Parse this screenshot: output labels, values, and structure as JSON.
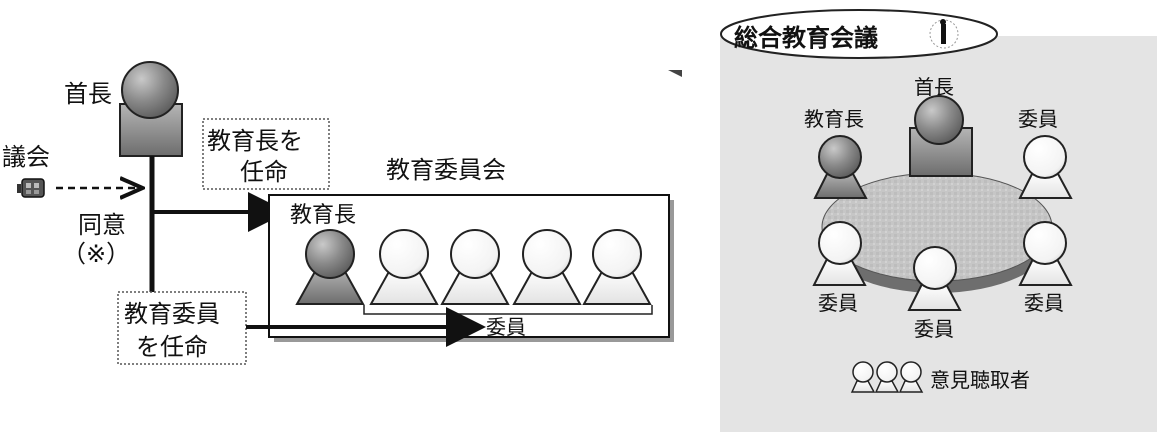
{
  "left_diagram": {
    "mayor_label": "首長",
    "assembly_label": "議会",
    "consent_label": "同意",
    "consent_note": "（※）",
    "appoint_superintendent_line1": "教育長を",
    "appoint_superintendent_line2": "任命",
    "board_title": "教育委員会",
    "superintendent_label": "教育長",
    "members_label": "委員",
    "appoint_members_line1": "教育委員",
    "appoint_members_line2": "を任命"
  },
  "right_diagram": {
    "title": "総合教育会議",
    "mayor_label": "首長",
    "superintendent_label": "教育長",
    "member_label_top_right": "委員",
    "member_label_left": "委員",
    "member_label_right": "委員",
    "member_label_bottom": "委員",
    "hearing_label": "意見聴取者"
  },
  "colors": {
    "dark_person": "#7a7a7a",
    "light_person": "#ffffff",
    "panel_bg": "#e4e4e4",
    "table_top": "#c8c8c8",
    "table_edge": "#6e6e6e"
  }
}
